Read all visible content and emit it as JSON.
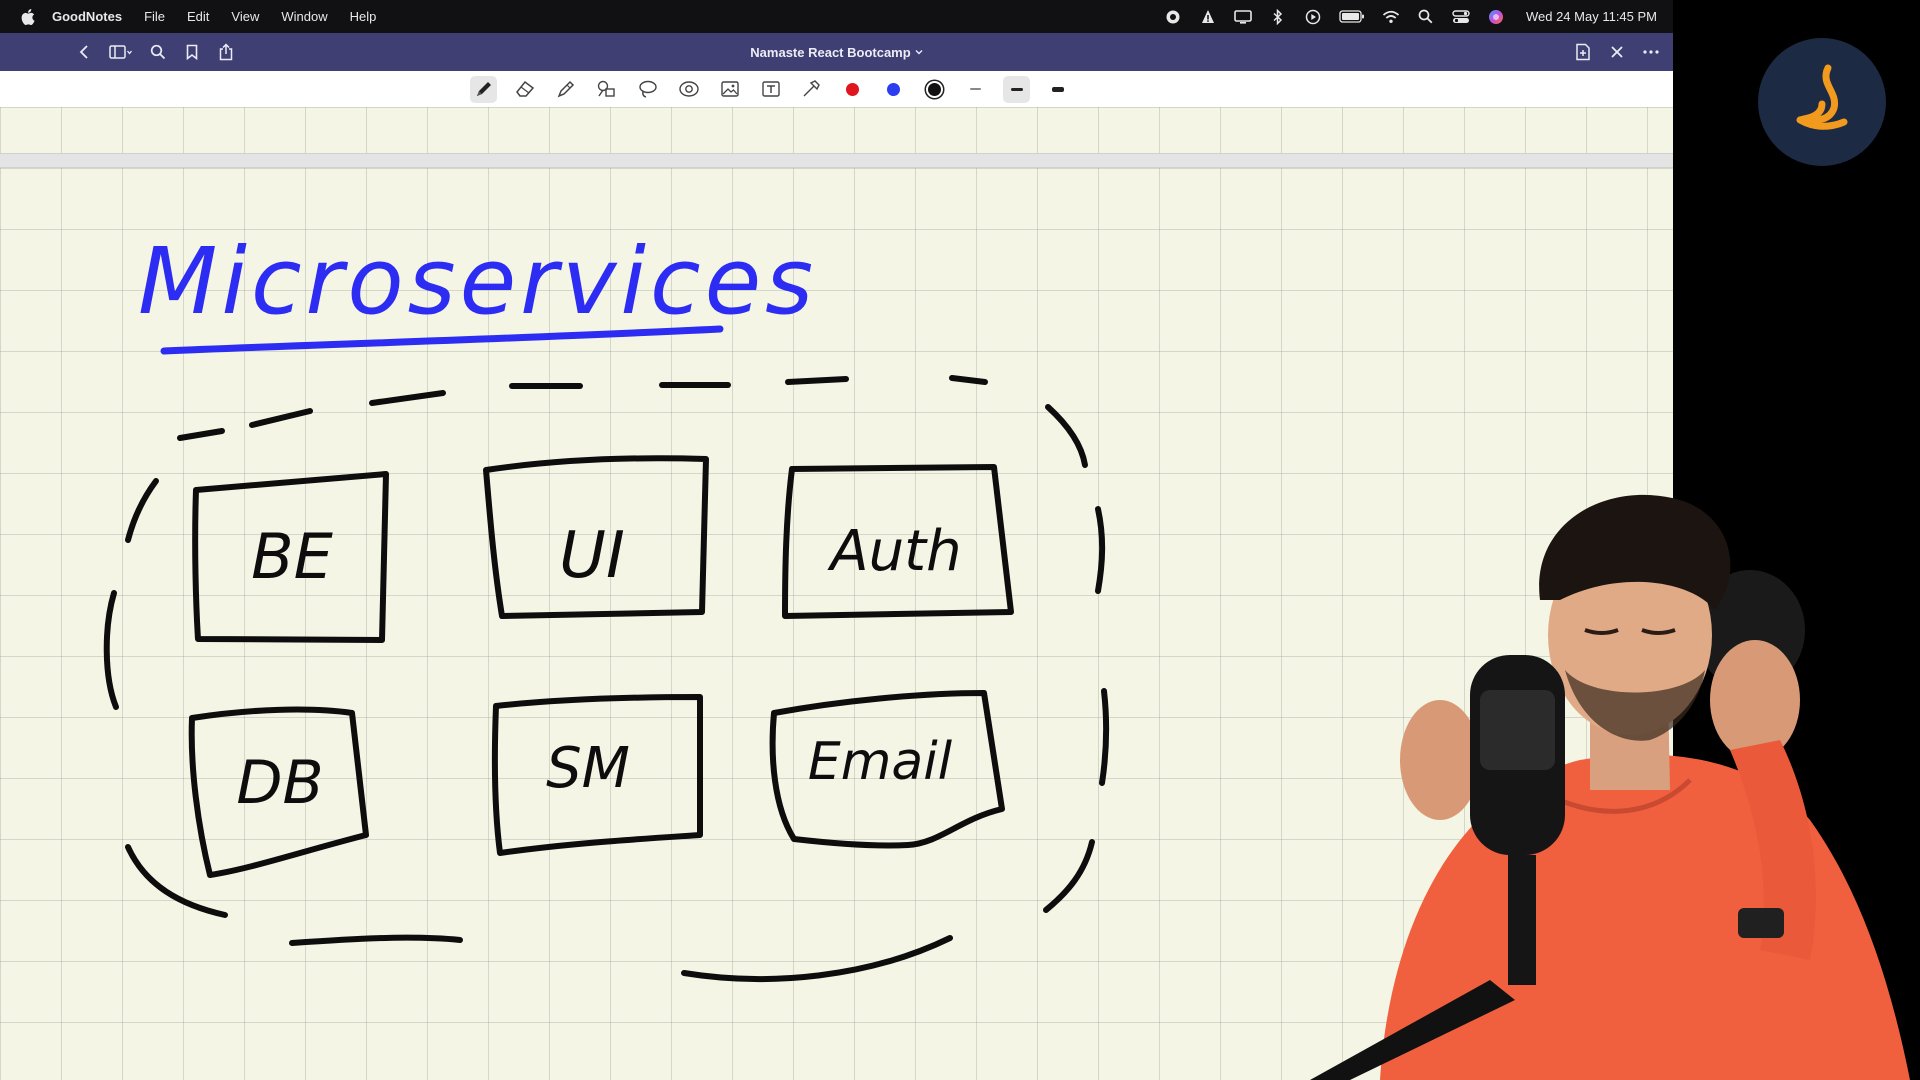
{
  "menubar": {
    "app_name": "GoodNotes",
    "menus": [
      "File",
      "Edit",
      "View",
      "Window",
      "Help"
    ],
    "datetime": "Wed 24 May  11:45 PM",
    "status_icons": [
      "record-icon",
      "alert-icon",
      "display-icon",
      "bluetooth-icon",
      "play-icon",
      "battery-icon",
      "wifi-icon",
      "search-icon",
      "control-center-icon",
      "siri-icon"
    ]
  },
  "titlebar": {
    "document_title": "Namaste React Bootcamp",
    "left_icons": [
      "back-icon",
      "sidebar-icon",
      "search-icon",
      "bookmark-icon",
      "share-icon"
    ],
    "right_icons": [
      "add-page-icon",
      "close-icon",
      "more-icon"
    ]
  },
  "toolbar": {
    "tools": [
      "pen-icon",
      "eraser-icon",
      "highlighter-icon",
      "shapes-icon",
      "lasso-icon",
      "camera-icon",
      "image-icon",
      "text-icon",
      "laser-pointer-icon"
    ],
    "colors": [
      "#e0161e",
      "#2c3cf0",
      "#111111"
    ],
    "selected_color": "#111111",
    "stroke_widths": [
      "thin",
      "medium",
      "thick"
    ],
    "selected_stroke": "medium"
  },
  "canvas": {
    "page_color": "#f5f5e5",
    "ink": {
      "heading_color": "#2c2cf2",
      "black": "#0d0d0d"
    },
    "heading": "Microservices",
    "service_boxes": [
      "BE",
      "UI",
      "Auth",
      "DB",
      "SM",
      "Email"
    ]
  },
  "overlay": {
    "presenter": "webcam-presenter",
    "logo": "channel-logo"
  }
}
